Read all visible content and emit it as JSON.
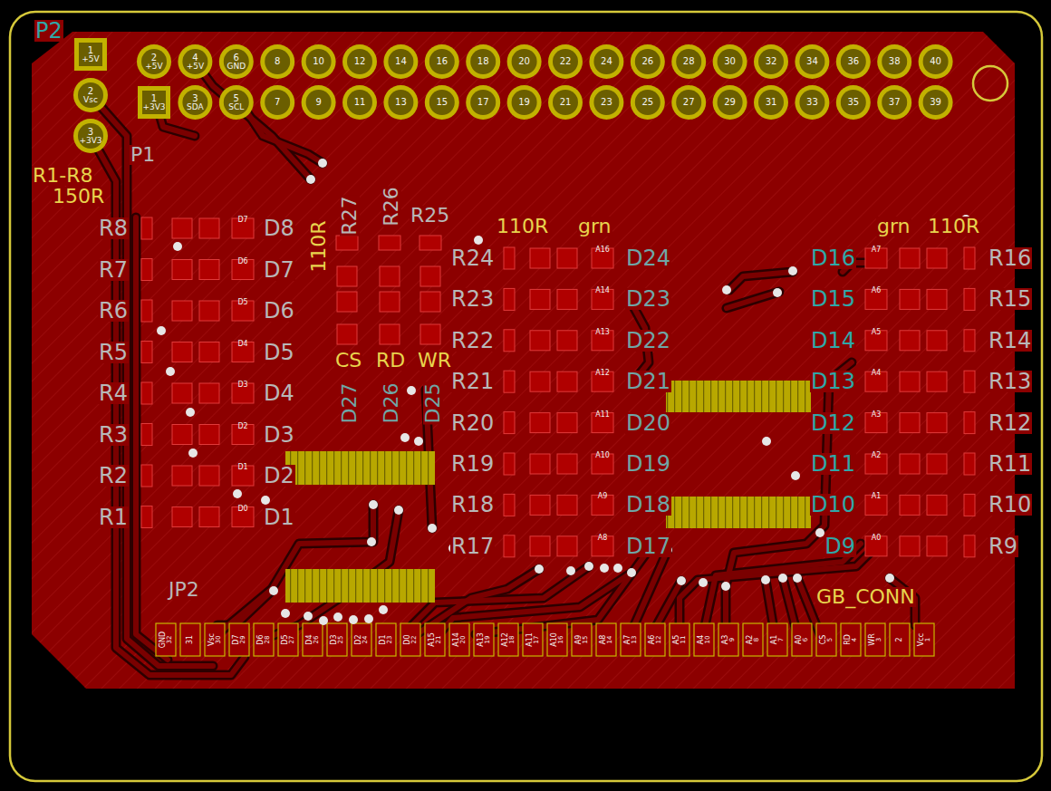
{
  "diagram": {
    "labels": [
      "P2",
      "P1",
      "R1-R8",
      "150R",
      "110R",
      "R27",
      "R26",
      "R25",
      "110R",
      "grn",
      "grn",
      "110R",
      "CS",
      "RD",
      "WR",
      "D27",
      "D26",
      "D25",
      "JP2",
      "GB_CONN",
      "R8",
      "R7",
      "R6",
      "R5",
      "R4",
      "R3",
      "R2",
      "R1",
      "D8",
      "D7",
      "D6",
      "D5",
      "D4",
      "D3",
      "D2",
      "D1",
      "R24",
      "R23",
      "R22",
      "R21",
      "R20",
      "R19",
      "R18",
      "R17",
      "D24",
      "D23",
      "D22",
      "D21",
      "D20",
      "D19",
      "D18",
      "D17",
      "D16",
      "D15",
      "D14",
      "D13",
      "D12",
      "D11",
      "D10",
      "D9",
      "R16",
      "R15",
      "R14",
      "R13",
      "R12",
      "R11",
      "R10",
      "R9",
      "1",
      "+5V",
      "2",
      "Vsc",
      "3",
      "+3V3",
      "2",
      "+5V",
      "4",
      "+5V",
      "6",
      "GND",
      "8",
      "10",
      "12",
      "14",
      "16",
      "18",
      "20",
      "22",
      "24",
      "26",
      "28",
      "30",
      "32",
      "34",
      "36",
      "38",
      "40",
      "1",
      "+3V3",
      "3",
      "SDA",
      "5",
      "SCL",
      "7",
      "9",
      "11",
      "13",
      "15",
      "17",
      "19",
      "21",
      "23",
      "25",
      "27",
      "29",
      "31",
      "33",
      "35",
      "37",
      "39",
      "GND",
      "32",
      "31",
      "Vsc",
      "30",
      "D7",
      "29",
      "D6",
      "28",
      "D5",
      "27",
      "D4",
      "26",
      "D3",
      "25",
      "D2",
      "24",
      "D1",
      "23",
      "D0",
      "22",
      "A15",
      "21",
      "A14",
      "20",
      "A13",
      "19",
      "A12",
      "18",
      "A11",
      "17",
      "A10",
      "16",
      "A9",
      "15",
      "A8",
      "14",
      "A7",
      "13",
      "A6",
      "12",
      "A5",
      "11",
      "A4",
      "10",
      "A3",
      "9",
      "A2",
      "8",
      "A1",
      "7",
      "A0",
      "6",
      "CS",
      "5",
      "RD",
      "4",
      "WR",
      "3",
      "2",
      "Vcc",
      "1",
      "D7",
      "D6",
      "D5",
      "D4",
      "D3",
      "D2",
      "D1",
      "D0",
      "A16",
      "A14",
      "A13",
      "A12",
      "A11",
      "A10",
      "A9",
      "A8",
      "A7",
      "A6",
      "A5",
      "A4",
      "A3",
      "A2",
      "A1",
      "A0"
    ]
  }
}
